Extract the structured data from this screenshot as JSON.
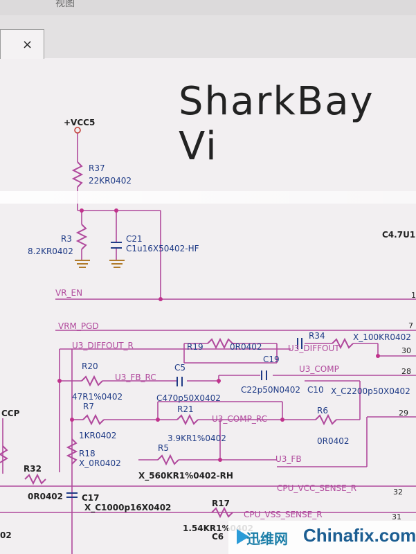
{
  "window": {
    "menu_text": "视图",
    "tab_close": "×"
  },
  "sheet": {
    "title": "SharkBay Vi"
  },
  "power": {
    "rail": "+VCC5"
  },
  "components": {
    "r37": {
      "ref": "R37",
      "value": "22KR0402"
    },
    "r3": {
      "ref": "R3",
      "value": "8.2KR0402"
    },
    "c21": {
      "ref": "C21",
      "value": "C1u16X50402-HF"
    },
    "c47": {
      "value": "C4.7U1"
    },
    "r34": {
      "ref": "R34",
      "value": "X_100KR0402"
    },
    "r19": {
      "ref": "R19",
      "value": "0R0402"
    },
    "c19": {
      "ref": "C19",
      "value": "C22p50N0402"
    },
    "r20": {
      "ref": "R20",
      "value": "47R1%0402"
    },
    "c5": {
      "ref": "C5",
      "value": "C470p50X0402"
    },
    "c10": {
      "ref": "C10",
      "value": "X_C2200p50X0402"
    },
    "r7": {
      "ref": "R7",
      "value": "1KR0402"
    },
    "r21": {
      "ref": "R21",
      "value": "3.9KR1%0402"
    },
    "r6": {
      "ref": "R6",
      "value": "0R0402"
    },
    "r18": {
      "ref": "R18",
      "value": "X_0R0402"
    },
    "r5": {
      "ref": "R5",
      "value": "X_560KR1%0402-RH"
    },
    "r32": {
      "ref": "R32",
      "value": "0R0402"
    },
    "c17": {
      "ref": "C17",
      "value": "X_C1000p16X0402"
    },
    "r17": {
      "ref": "R17",
      "value": "1.54KR1%0402"
    },
    "c6": {
      "ref": "C6"
    },
    "ccp": {
      "ref": "CCP"
    },
    "edge_02": {
      "ref": "02"
    }
  },
  "nets": {
    "vr_en": "VR_EN",
    "vrm_pgd": "VRM_PGD",
    "u3_diffout_r": "U3_DIFFOUT_R",
    "u3_diffout": "U3_DIFFOUT",
    "u3_fb_rc": "U3_FB_RC",
    "u3_comp": "U3_COMP",
    "u3_comp_rc": "U3_COMP_RC",
    "u3_fb": "U3_FB",
    "cpu_vcc_sense_r": "CPU_VCC_SENSE_R",
    "cpu_vss_sense_r": "CPU_VSS_SENSE_R"
  },
  "pins": {
    "p7": "7",
    "p30": "30",
    "p28": "28",
    "p29": "29",
    "p32": "32",
    "p31": "31",
    "p1": "1"
  },
  "watermark": {
    "cn": "迅维网",
    "en": "Chinafix.com"
  },
  "colors": {
    "wire": "#b0489c",
    "ref_text": "#1f3b86",
    "power_text": "#222222",
    "background": "#f2eff1"
  }
}
